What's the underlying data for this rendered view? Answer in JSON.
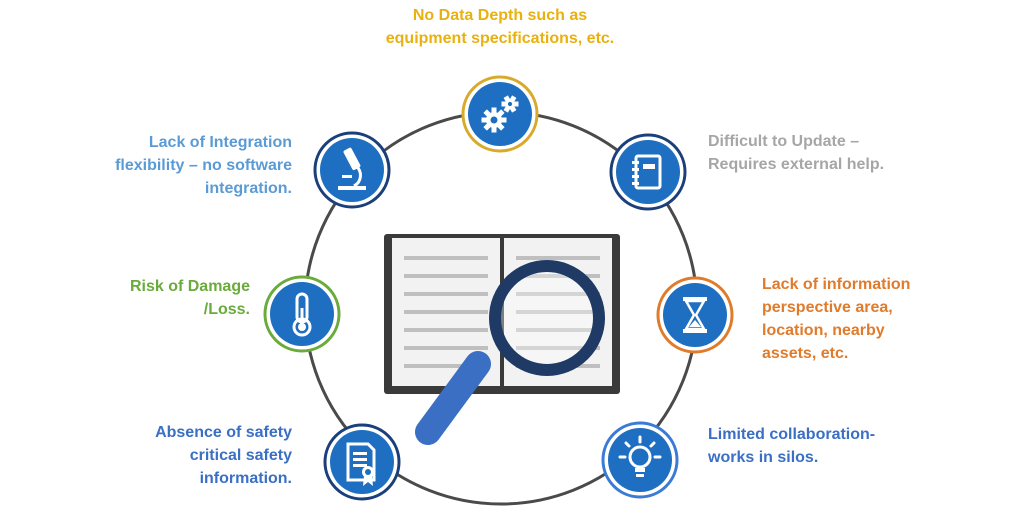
{
  "colors": {
    "ring": "#4a4a4a",
    "icon_blue": "#1e6fc2",
    "icon_border_gold": "#d9a92c",
    "icon_border_dark": "#1a3f7a",
    "icon_border_orange": "#e07b2c",
    "icon_border_blue": "#3a7bd5",
    "icon_border_green": "#6aab3c",
    "book": "#f2f2f2",
    "book_edge": "#3a3a3a",
    "lens_ring": "#1f3a64",
    "handle": "#3a6fc4"
  },
  "items": [
    {
      "id": "top",
      "icon": "gears-icon",
      "text": "No Data Depth such as\nequipment specifications, etc.",
      "color": "#e8b10f"
    },
    {
      "id": "upper-right",
      "icon": "notebook-icon",
      "text": "Difficult to Update –\nRequires external help.",
      "color": "#a6a6a6"
    },
    {
      "id": "mid-right",
      "icon": "hourglass-icon",
      "text": "Lack of information\nperspective area,\nlocation, nearby\nassets, etc.",
      "color": "#e07b2c"
    },
    {
      "id": "lower-right",
      "icon": "lightbulb-icon",
      "text": "Limited collaboration-\nworks in silos.",
      "color": "#3a6fc4"
    },
    {
      "id": "lower-left",
      "icon": "certificate-icon",
      "text": "Absence of safety\ncritical safety\ninformation.",
      "color": "#3a6fc4"
    },
    {
      "id": "mid-left",
      "icon": "thermometer-icon",
      "text": "Risk of Damage\n/Loss.",
      "color": "#6aab3c"
    },
    {
      "id": "upper-left",
      "icon": "microscope-icon",
      "text": "Lack of Integration\nflexibility – no software\nintegration.",
      "color": "#5b9bd5"
    }
  ]
}
